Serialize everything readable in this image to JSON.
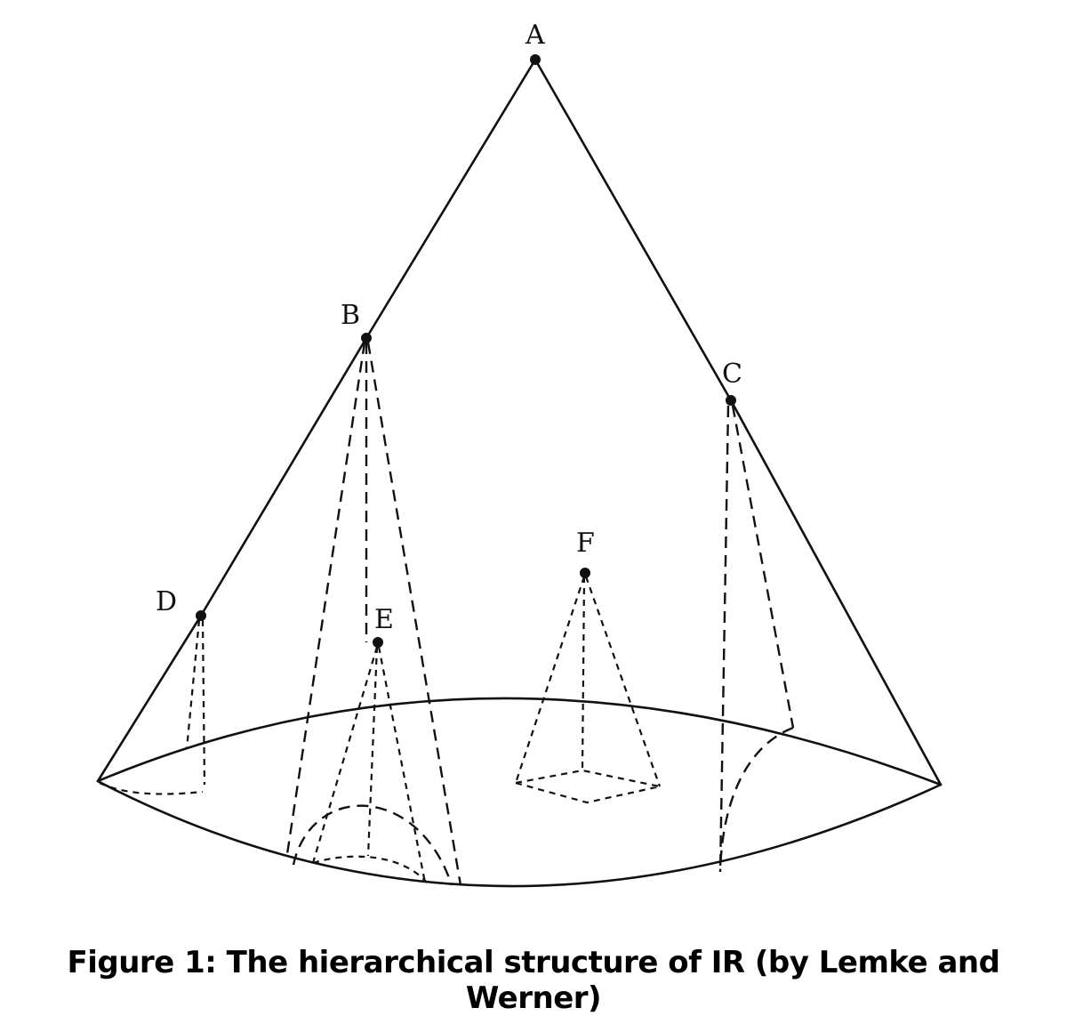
{
  "caption": "Figure 1: The hierarchical structure of IR (by Lemke and Werner)",
  "nodes": {
    "A": "A",
    "B": "B",
    "C": "C",
    "D": "D",
    "E": "E",
    "F": "F"
  },
  "colors": {
    "ink": "#111111",
    "background": "#ffffff"
  }
}
